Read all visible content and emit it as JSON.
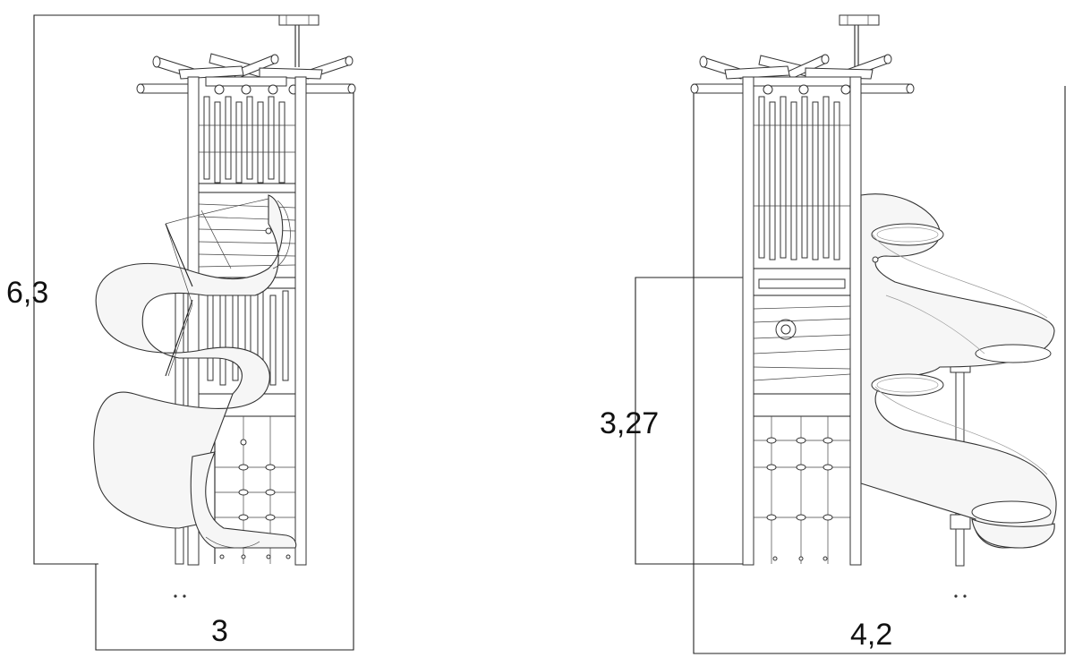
{
  "drawing": {
    "left_view": {
      "height_label": "6,3",
      "width_label": "3"
    },
    "right_view": {
      "height_label": "3,27",
      "width_label": "4,2"
    }
  }
}
